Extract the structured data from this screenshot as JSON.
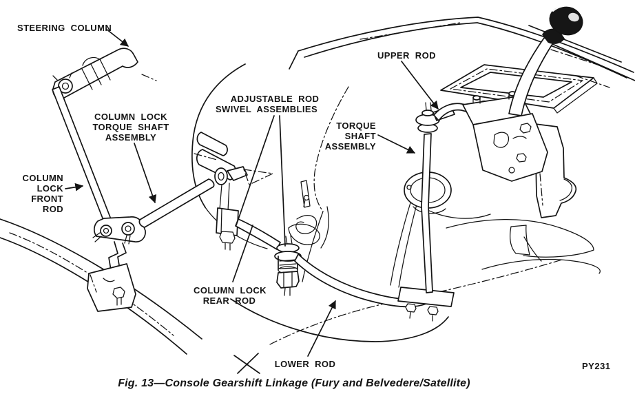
{
  "figure": {
    "caption": "Fig. 13—Console Gearshift Linkage (Fury and Belvedere/Satellite)",
    "id_code": "PY231",
    "ink_color": "#141414",
    "background_color": "#ffffff",
    "labels": {
      "steering_column": {
        "lines": [
          "STEERING COLUMN"
        ]
      },
      "column_lock_torque_shaft_assembly": {
        "lines": [
          "COLUMN LOCK",
          "TORQUE SHAFT",
          "ASSEMBLY"
        ]
      },
      "column_lock_front_rod": {
        "lines": [
          "COLUMN",
          "LOCK",
          "FRONT",
          "ROD"
        ]
      },
      "adjustable_rod_swivel_assemblies": {
        "lines": [
          "ADJUSTABLE ROD",
          "SWIVEL ASSEMBLIES"
        ]
      },
      "upper_rod": {
        "lines": [
          "UPPER ROD"
        ]
      },
      "torque_shaft_assembly": {
        "lines": [
          "TORQUE",
          "SHAFT",
          "ASSEMBLY"
        ]
      },
      "column_lock_rear_rod": {
        "lines": [
          "COLUMN LOCK",
          "REAR ROD"
        ]
      },
      "lower_rod": {
        "lines": [
          "LOWER ROD"
        ]
      }
    }
  }
}
